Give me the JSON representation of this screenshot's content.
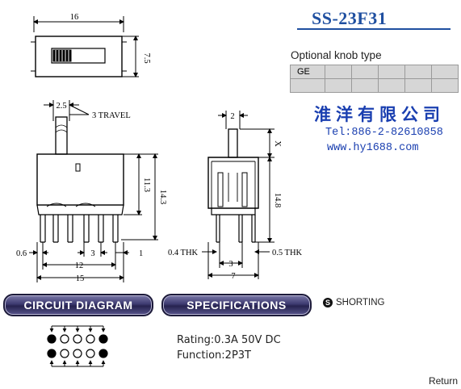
{
  "header": {
    "model": "SS-23F31",
    "optional_knob_label": "Optional knob type",
    "knob_types": [
      "GE",
      "",
      "",
      "",
      "",
      ""
    ]
  },
  "company": {
    "name": "淮洋有限公司",
    "tel": "Tel:886-2-82610858",
    "website": "www.hy1688.com"
  },
  "drawing": {
    "top_view": {
      "width": "16",
      "height": "7.5"
    },
    "front_view": {
      "knob_width": "2.5",
      "travel": "3 TRAVEL",
      "h1": "11.3",
      "h2": "14.3",
      "left_offset": "0.6",
      "pin_pitch": "3",
      "right_offset": "1",
      "span": "12",
      "total_length": "15"
    },
    "side_view": {
      "knob_width": "2",
      "knob_height": "X",
      "height": "14.8",
      "left_thk": "0.4 THK",
      "right_thk": "0.5 THK",
      "pitch": "3",
      "width": "7"
    }
  },
  "sections": {
    "circuit_diagram": "CIRCUIT DIAGRAM",
    "specifications": "SPECIFICATIONS",
    "shorting": "SHORTING"
  },
  "specs": {
    "rating": "Rating:0.3A 50V DC",
    "function": "Function:2P3T"
  },
  "footer": {
    "return_label": "Return"
  }
}
